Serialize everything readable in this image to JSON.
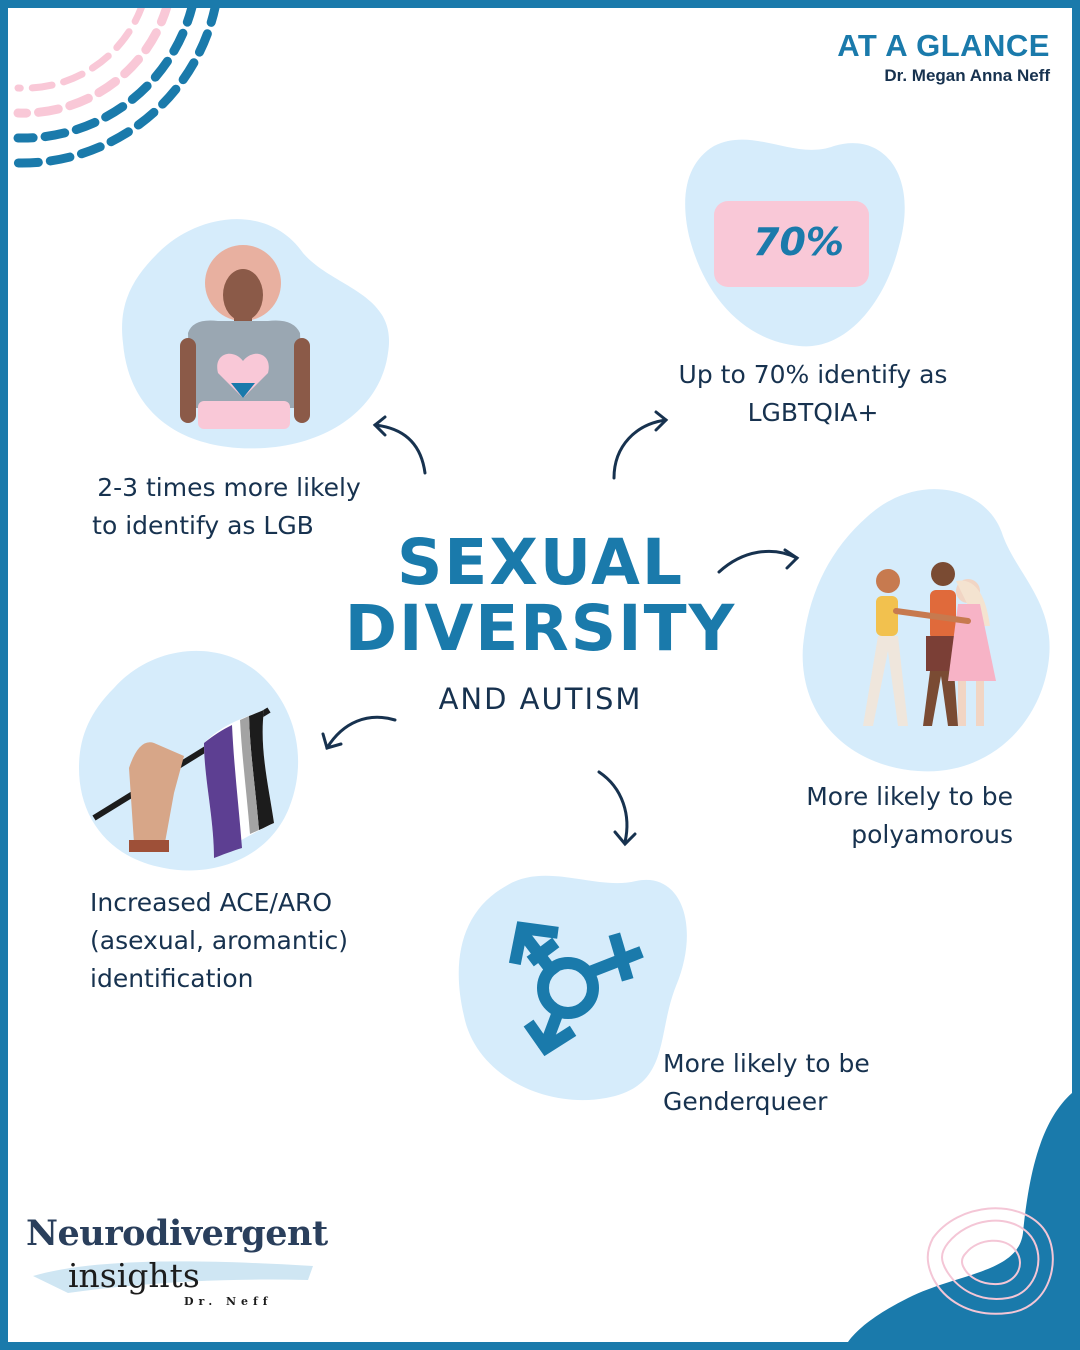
{
  "header": {
    "title": "AT A GLANCE",
    "author": "Dr. Megan Anna Neff"
  },
  "main": {
    "title_line1": "SEXUAL",
    "title_line2": "DIVERSITY",
    "subtitle": "AND AUTISM"
  },
  "facts": {
    "lgbtqia": {
      "badge": "70%",
      "line1": "Up to 70% identify as",
      "line2": "LGBTQIA+"
    },
    "lgb": {
      "line1": "2-3 times more likely",
      "line2": "to identify as LGB"
    },
    "polyamorous": {
      "line1": "More likely to be",
      "line2": "polyamorous"
    },
    "ace_aro": {
      "line1": "Increased ACE/ARO",
      "line2": "(asexual, aromantic)",
      "line3": "identification"
    },
    "genderqueer": {
      "line1": "More likely to be",
      "line2": "Genderqueer"
    }
  },
  "brand": {
    "line1": "Neurodivergent",
    "line2": "insights",
    "line3": "Dr. Neff"
  },
  "colors": {
    "frame": "#1a7aab",
    "accent": "#1a7aab",
    "navy": "#17324f",
    "blob": "#d6ecfb",
    "pink": "#f9c8d7"
  }
}
